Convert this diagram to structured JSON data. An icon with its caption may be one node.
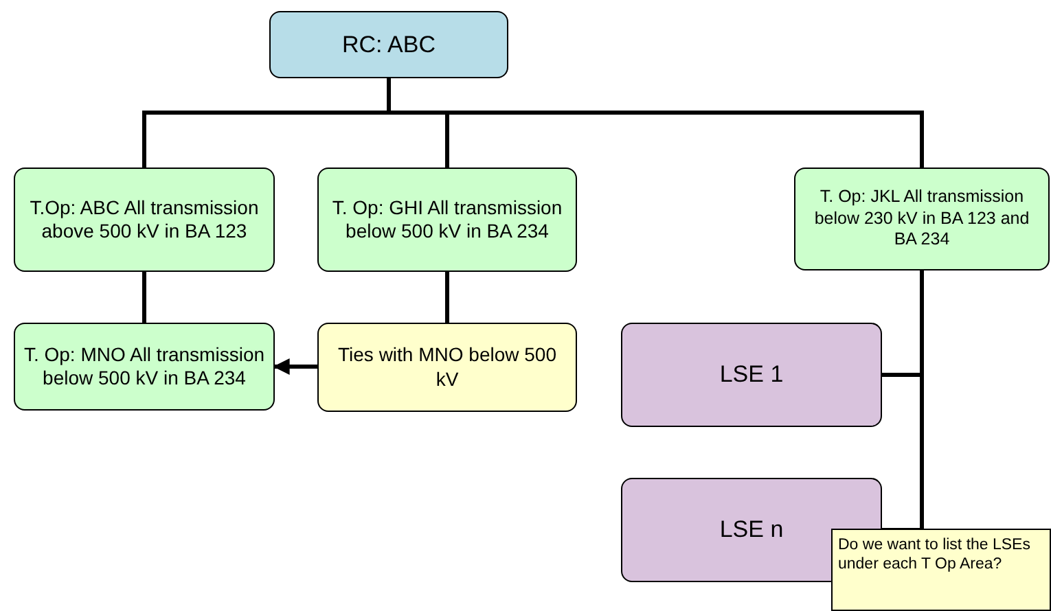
{
  "diagram": {
    "nodes": [
      {
        "text": [
          "RC: ABC"
        ]
      },
      {
        "text": [
          "T.Op: ABC All transmission above 500 kV in BA 123"
        ]
      },
      {
        "text": [
          "T. Op: GHI All transmission below 500 kV in BA 234"
        ]
      },
      {
        "text": [
          "T. Op: JKL All transmission below 230 kV in BA 123 and BA 234"
        ]
      },
      {
        "text": [
          "T. Op: MNO All transmission below 500 kV in BA 234"
        ]
      },
      {
        "text": [
          "Ties with MNO below 500 kV"
        ]
      },
      {
        "text": [
          "LSE 1"
        ]
      },
      {
        "text": [
          "LSE n"
        ]
      },
      {
        "text": [
          "Do we want to list the LSEs under each T Op Area?"
        ]
      }
    ],
    "edges": [
      {
        "from": 0,
        "to": 1,
        "arrow": "none"
      },
      {
        "from": 0,
        "to": 2,
        "arrow": "none"
      },
      {
        "from": 0,
        "to": 3,
        "arrow": "none"
      },
      {
        "from": 1,
        "to": 4,
        "arrow": "none"
      },
      {
        "from": 2,
        "to": 5,
        "arrow": "none"
      },
      {
        "from": 5,
        "to": 4,
        "arrow": "to"
      },
      {
        "from": 3,
        "to": 6,
        "arrow": "none"
      },
      {
        "from": 3,
        "to": 7,
        "arrow": "none"
      }
    ]
  }
}
